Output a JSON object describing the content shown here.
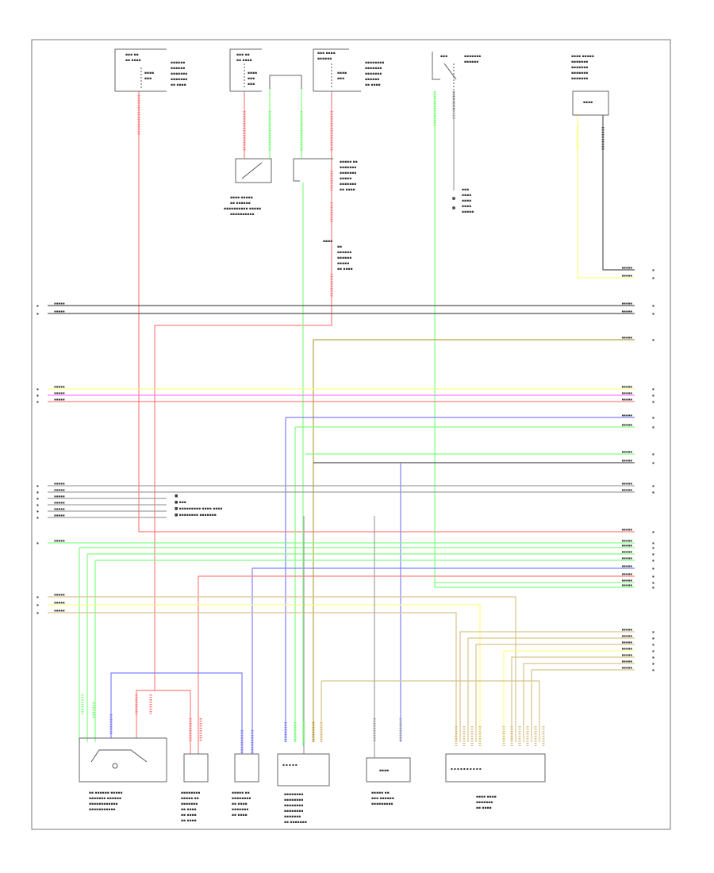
{
  "diagram": {
    "footer": "",
    "components": [
      {
        "id": "c1",
        "label": ""
      },
      {
        "id": "c2",
        "label": ""
      },
      {
        "id": "c3",
        "label": ""
      },
      {
        "id": "c4",
        "label": ""
      },
      {
        "id": "c5",
        "label": ""
      },
      {
        "id": "c6",
        "label": ""
      },
      {
        "id": "c7",
        "label": ""
      },
      {
        "id": "c8",
        "label": ""
      },
      {
        "id": "c9",
        "label": ""
      },
      {
        "id": "c10",
        "label": ""
      },
      {
        "id": "c11",
        "label": ""
      },
      {
        "id": "c12",
        "label": ""
      },
      {
        "id": "c13",
        "label": ""
      }
    ],
    "wire_colors": {
      "red": "#ff8080",
      "green": "#80ff80",
      "yellow": "#ffff80",
      "pink": "#ff80ff",
      "blue": "#8080ff",
      "olive": "#b8a040",
      "tan": "#d9c38a",
      "gray": "#a0a0a0",
      "dark": "#555555"
    }
  }
}
